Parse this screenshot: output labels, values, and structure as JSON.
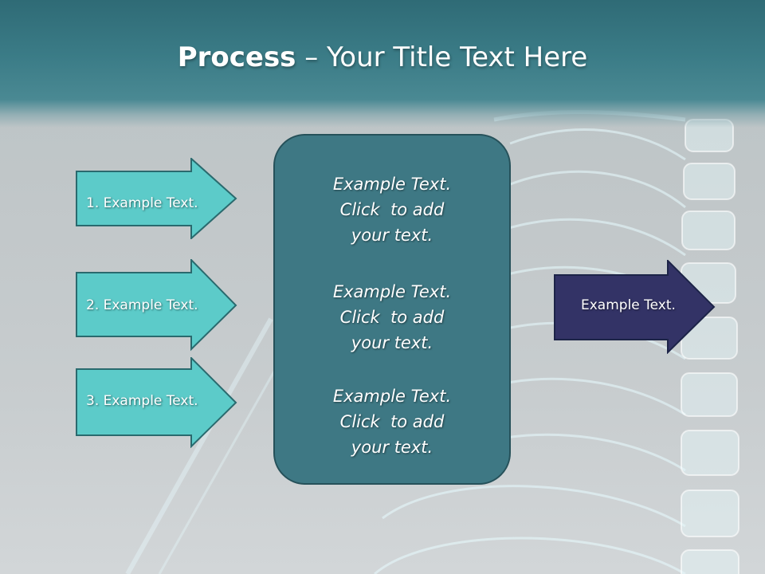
{
  "slide": {
    "title_bold": "Process",
    "title_rest": " – Your Title Text Here",
    "left_arrows": [
      {
        "label": "1. Example Text."
      },
      {
        "label": "2. Example Text."
      },
      {
        "label": "3. Example Text."
      }
    ],
    "center_blocks": [
      {
        "line1": "Example Text.",
        "line2": "Click  to add",
        "line3": "your text."
      },
      {
        "line1": "Example Text.",
        "line2": "Click  to add",
        "line3": "your text."
      },
      {
        "line1": "Example Text.",
        "line2": "Click  to add",
        "line3": "your text."
      }
    ],
    "right_arrow": {
      "label": "Example Text."
    }
  },
  "colors": {
    "header": "#3b7c87",
    "left_arrow_fill": "#5ccbc9",
    "arrow_border": "#2a6a6e",
    "center_box": "#3e7884",
    "right_arrow_fill": "#333366"
  }
}
